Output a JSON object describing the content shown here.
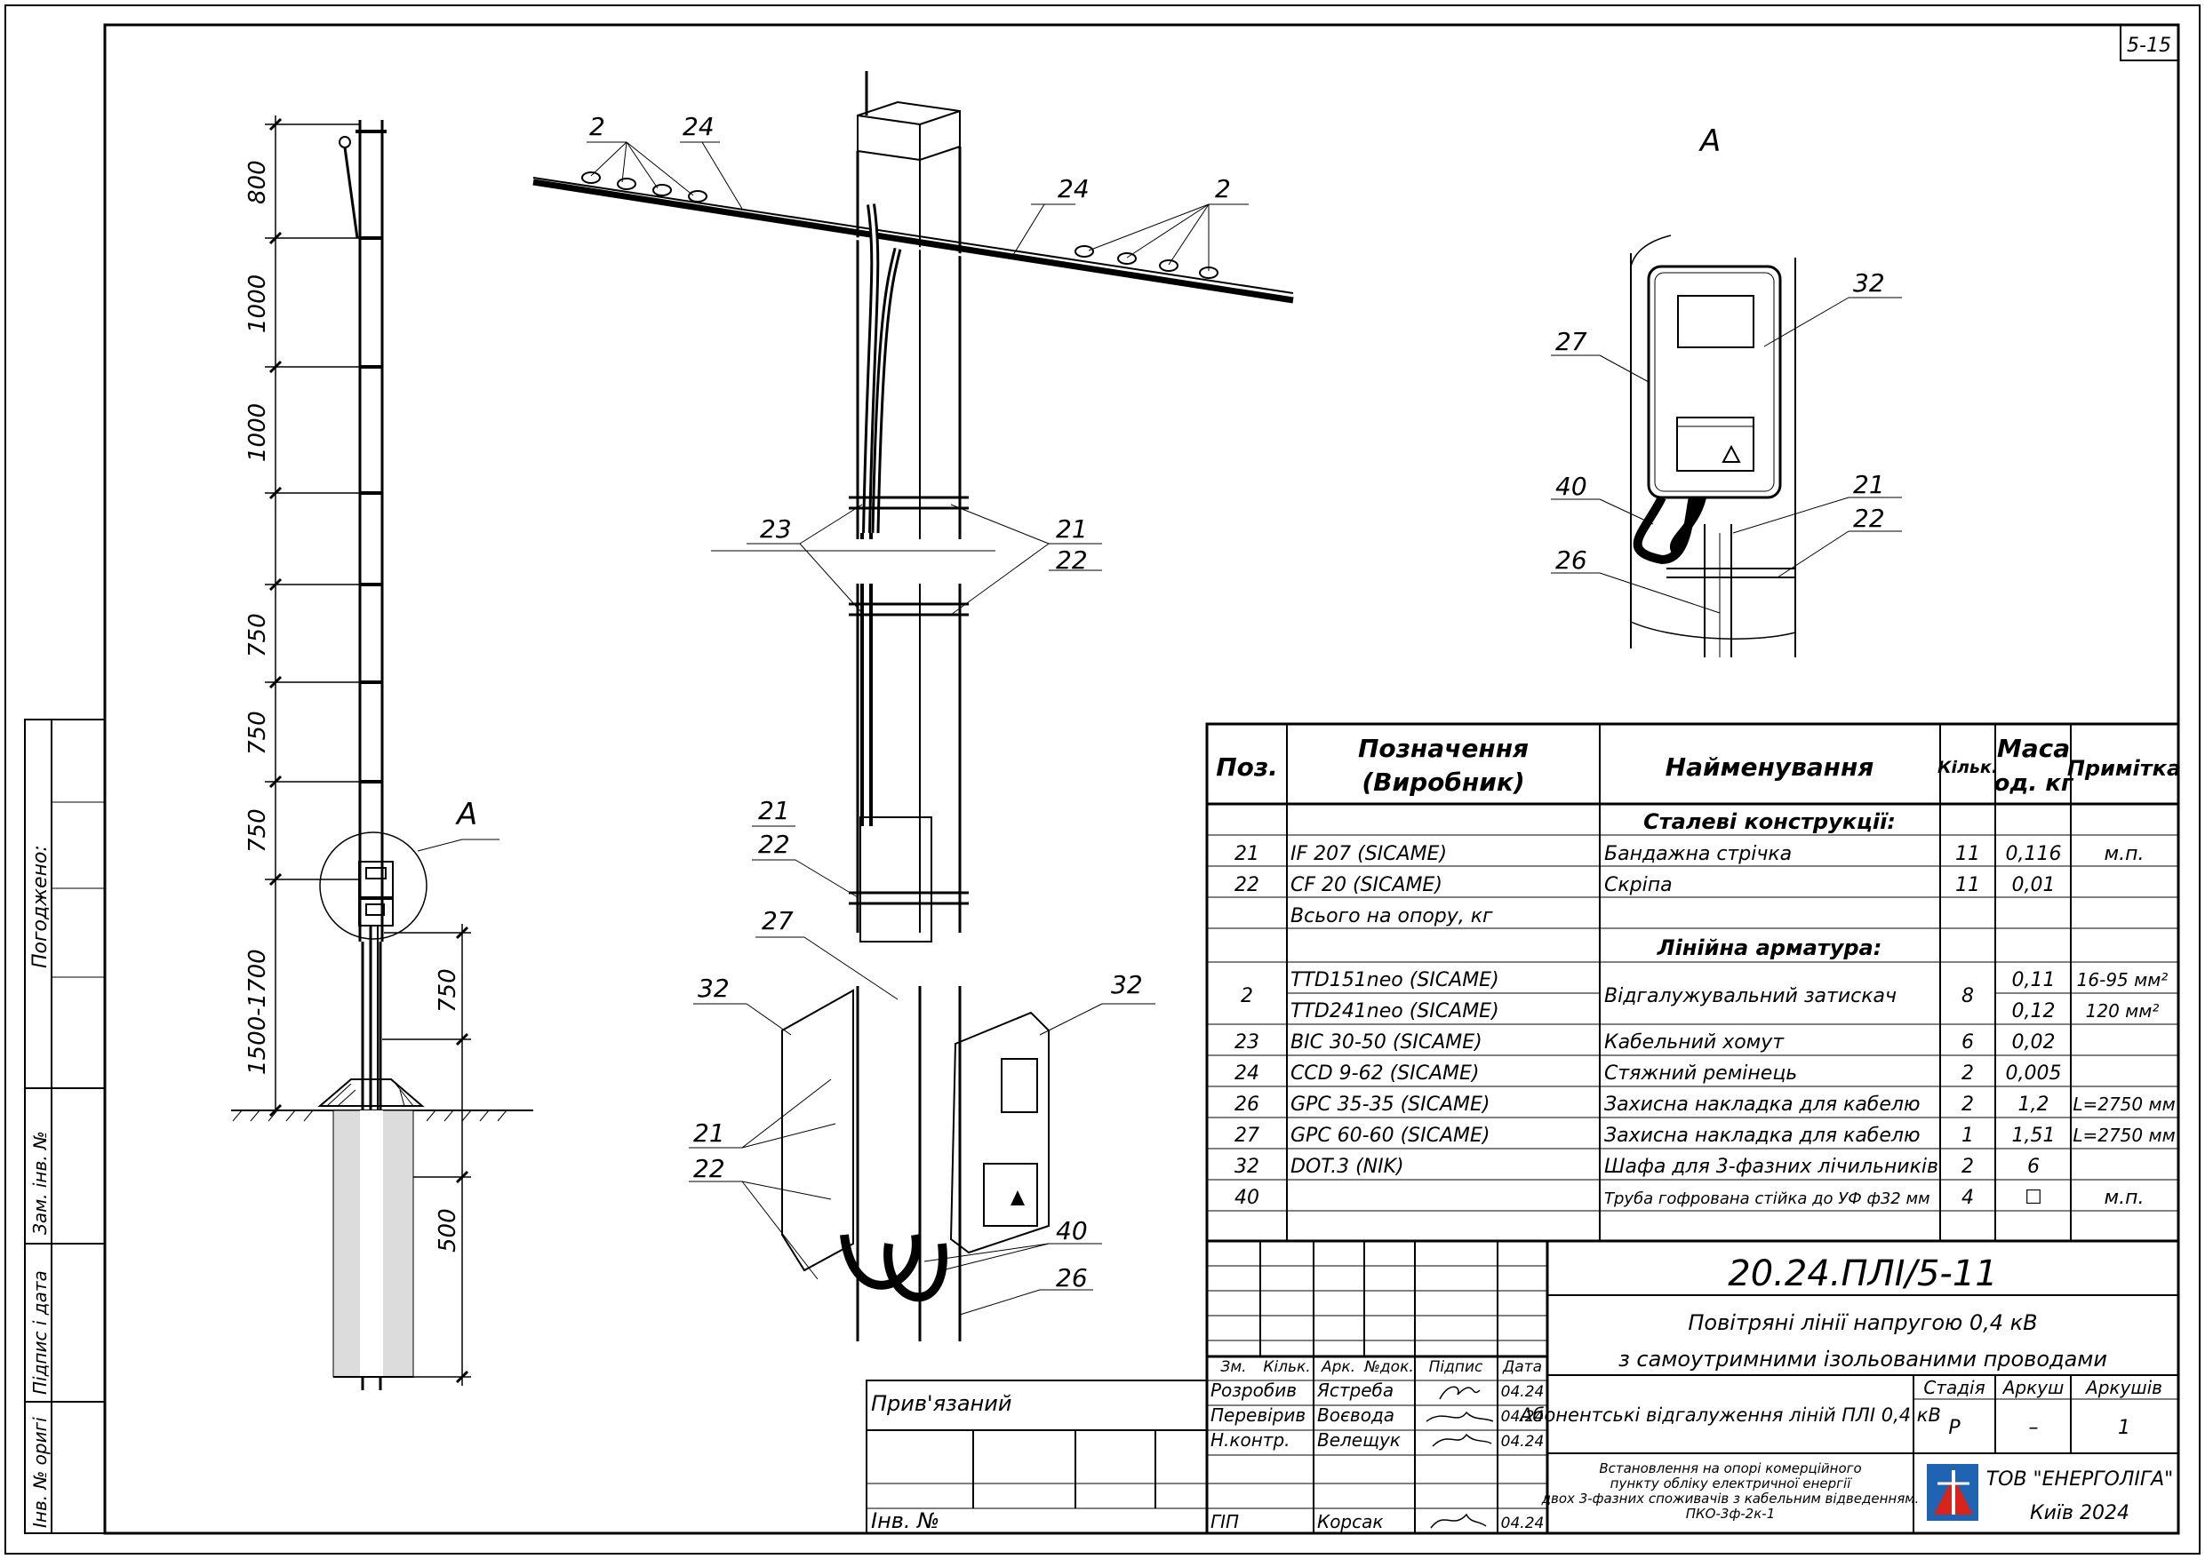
{
  "sheet": {
    "sheet_code": "5-15"
  },
  "left_stamp": {
    "agreed": "Погоджено:",
    "replaced_inv": "Зам. інв. №",
    "sign_date": "Підпис і дата",
    "inv_orig": "Інв. № оригі"
  },
  "pole_elevation": {
    "dims": [
      "800",
      "1000",
      "1000",
      "750",
      "750",
      "750",
      "1500-1700",
      "750",
      "500"
    ],
    "callout": "A"
  },
  "perspective_view": {
    "labels": [
      "2",
      "24",
      "24",
      "2",
      "23",
      "21",
      "22",
      "21",
      "22",
      "27",
      "32",
      "32",
      "21",
      "22",
      "40",
      "26"
    ]
  },
  "detail_a": {
    "title": "A",
    "labels": [
      "32",
      "27",
      "40",
      "21",
      "22",
      "26"
    ]
  },
  "spec_table": {
    "headers": [
      "Поз.",
      "Позначення (Виробник)",
      "Найменування",
      "Кільк.",
      "Маса од. кг",
      "Примітка"
    ],
    "header_lines": {
      "designation_1": "Позначення",
      "designation_2": "(Виробник)",
      "mass_1": "Маса",
      "mass_2": "од. кг"
    },
    "section_steel": "Сталеві конструкції:",
    "section_fittings": "Лінійна арматура:",
    "total_label": "Всього на опору, кг",
    "rows": [
      {
        "pos": "21",
        "designation": "IF 207  (SICAME)",
        "name": "Бандажна стрічка",
        "qty": "11",
        "mass": "0,116",
        "note": "м.п."
      },
      {
        "pos": "22",
        "designation": "CF 20  (SICAME)",
        "name": "Скріпа",
        "qty": "11",
        "mass": "0,01",
        "note": ""
      },
      {
        "pos": "2",
        "designation": "TTD151neo  (SICAME)",
        "designation2": "TTD241neo  (SICAME)",
        "name": "Відгалужувальний затискач",
        "qty": "8",
        "mass": "0,11",
        "mass2": "0,12",
        "note": "16-95 мм²",
        "note2": "120 мм²"
      },
      {
        "pos": "23",
        "designation": "BIC 30-50  (SICAME)",
        "name": "Кабельний хомут",
        "qty": "6",
        "mass": "0,02",
        "note": ""
      },
      {
        "pos": "24",
        "designation": "CCD 9-62  (SICAME)",
        "name": "Стяжний ремінець",
        "qty": "2",
        "mass": "0,005",
        "note": ""
      },
      {
        "pos": "26",
        "designation": "GPC 35-35  (SICAME)",
        "name": "Захисна накладка для кабелю",
        "qty": "2",
        "mass": "1,2",
        "note": "L=2750 мм"
      },
      {
        "pos": "27",
        "designation": "GPC 60-60  (SICAME)",
        "name": "Захисна накладка для кабелю",
        "qty": "1",
        "mass": "1,51",
        "note": "L=2750 мм"
      },
      {
        "pos": "32",
        "designation": "DOT.3  (NIK)",
        "name": "Шафа для 3-фазних лічильників",
        "qty": "2",
        "mass": "6",
        "note": ""
      },
      {
        "pos": "40",
        "designation": "",
        "name": "Труба гофрована стійка до УФ ф32 мм",
        "qty": "4",
        "mass": "☐",
        "note": "м.п."
      }
    ]
  },
  "title_block": {
    "doc_code": "20.24.ПЛІ/5-11",
    "title_line1": "Повітряні лінії напругою 0,4 кВ",
    "title_line2": "з самоутримними ізольованими проводами",
    "rev_headers": [
      "Зм.",
      "Кільк.",
      "Арк.",
      "№док.",
      "Підпис",
      "Дата"
    ],
    "people": [
      {
        "role": "Розробив",
        "name": "Ястреба",
        "date": "04.24"
      },
      {
        "role": "Перевірив",
        "name": "Воєвода",
        "date": "04.24"
      },
      {
        "role": "Н.контр.",
        "name": "Велещук",
        "date": "04.24"
      },
      {
        "role": "ГІП",
        "name": "Корсак",
        "date": "04.24"
      }
    ],
    "sheet_title": "Абонентські відгалуження ліній ПЛІ 0,4 кВ",
    "stage_header": "Стадія",
    "sheet_header": "Аркуш",
    "sheets_header": "Аркушів",
    "stage": "Р",
    "sheet": "–",
    "sheets": "1",
    "description": [
      "Встановлення на опорі комерційного",
      "пункту обліку електричної енергії",
      "двох 3-фазних споживачів з кабельним відведенням.",
      "ПКО-3ф-2к-1"
    ],
    "company": "ТОВ \"ЕНЕРГОЛІГА\"",
    "city": "Київ 2024",
    "bound_label": "Прив'язаний",
    "inv_label": "Інв. №"
  },
  "colors": {
    "logo_blue": "#1f63b3",
    "logo_red": "#d9241c"
  }
}
